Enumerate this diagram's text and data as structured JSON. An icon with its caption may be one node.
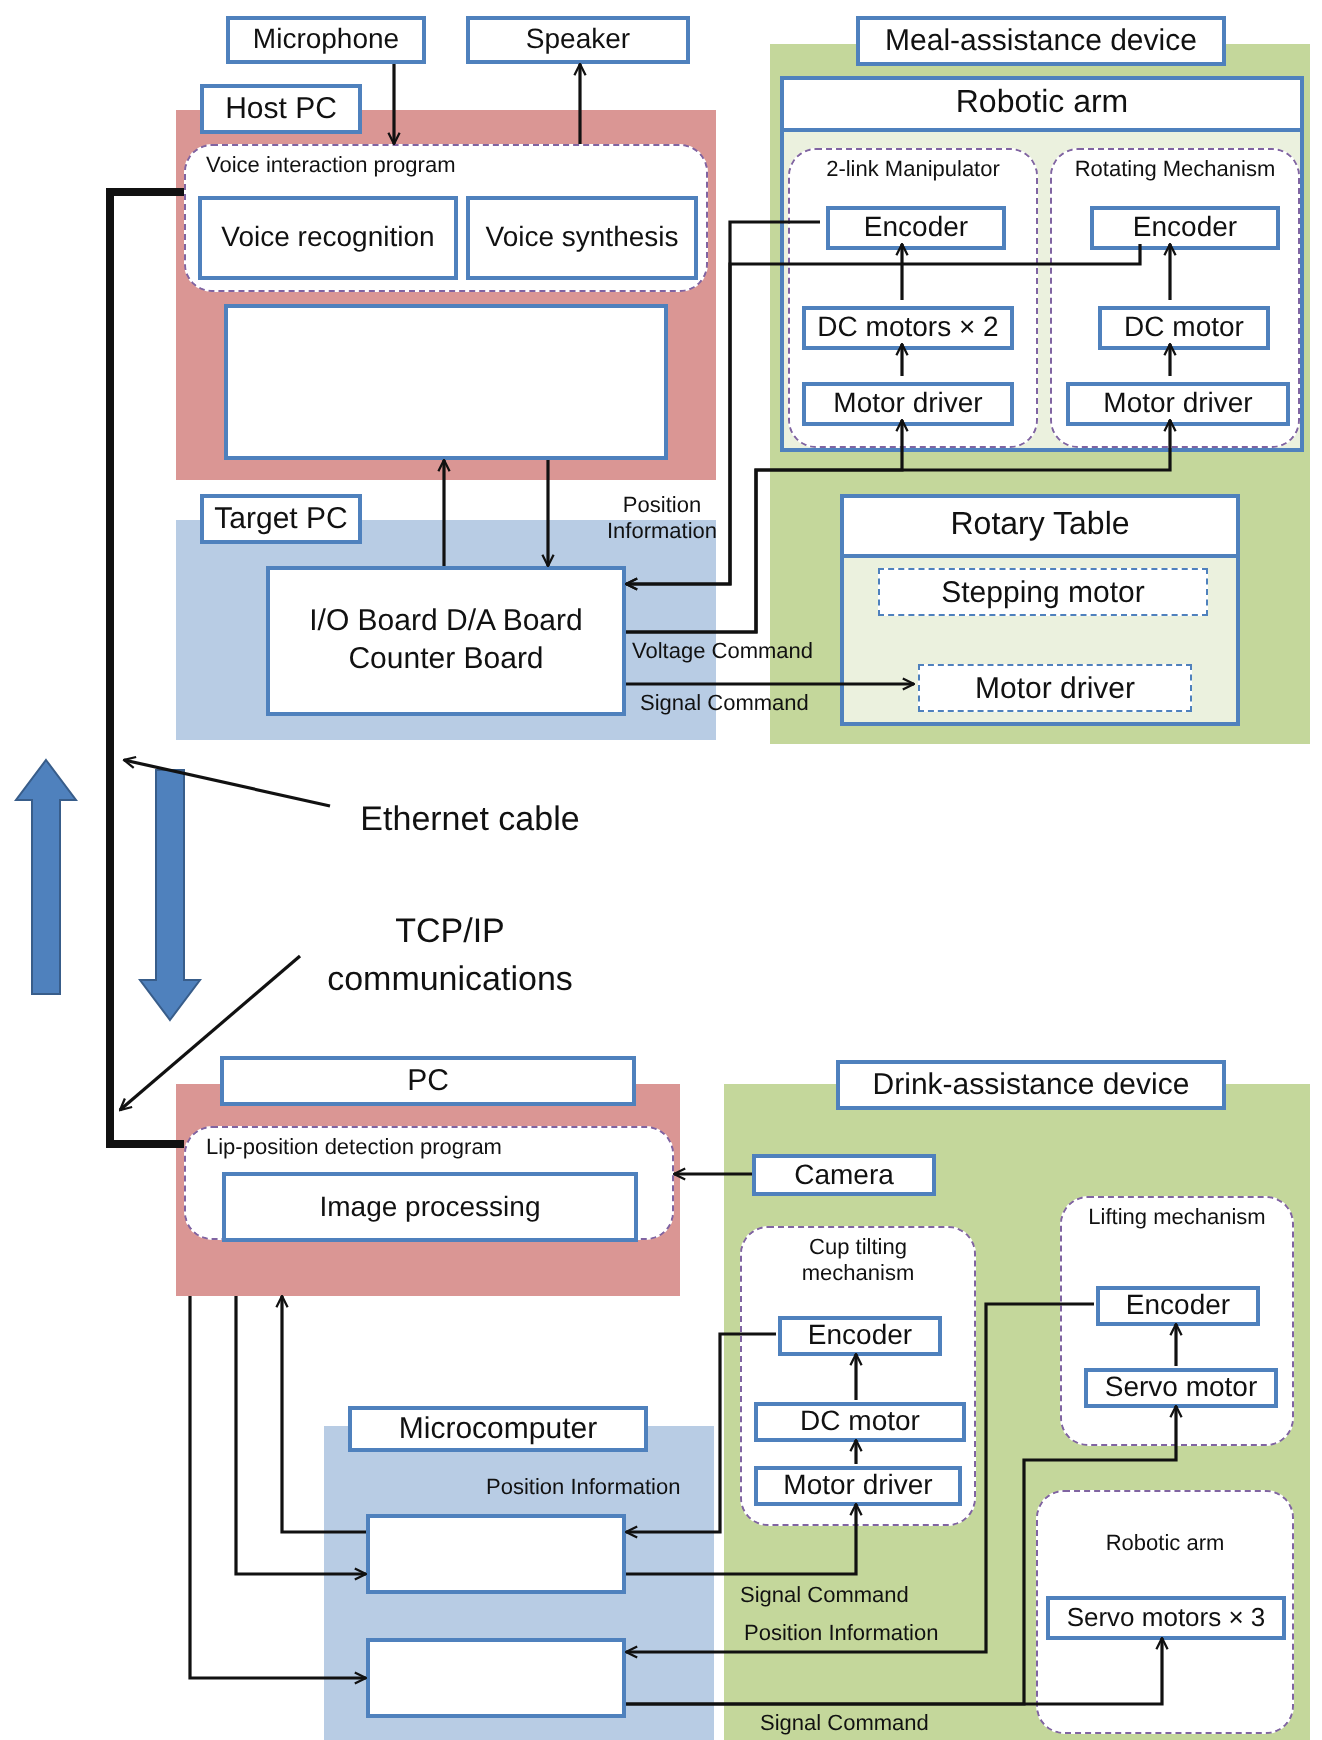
{
  "diagram": {
    "nodes": [
      {
        "text": [
          "Microphone"
        ]
      },
      {
        "text": [
          "Speaker"
        ]
      },
      {
        "text": [
          "Host PC"
        ]
      },
      {
        "text": [
          "Voice interaction program"
        ],
        "in": 2
      },
      {
        "text": [
          "Voice recognition"
        ],
        "in": 3
      },
      {
        "text": [
          "Voice synthesis"
        ],
        "in": 3
      },
      {
        "text": [],
        "shape": "box",
        "in": 2
      },
      {
        "text": [
          "Target PC"
        ]
      },
      {
        "text": [
          "I/O Board D/A Board Counter Board"
        ],
        "in": 7
      },
      {
        "text": [
          "Meal-assistance device"
        ]
      },
      {
        "text": [
          "Robotic arm"
        ],
        "in": 9
      },
      {
        "text": [
          "2-link Manipulator"
        ],
        "in": 10
      },
      {
        "text": [
          "Encoder"
        ],
        "in": 11
      },
      {
        "text": [
          "DC motors × 2"
        ],
        "in": 11
      },
      {
        "text": [
          "Motor driver"
        ],
        "in": 11
      },
      {
        "text": [
          "Rotating Mechanism"
        ],
        "in": 10
      },
      {
        "text": [
          "Encoder"
        ],
        "in": 15
      },
      {
        "text": [
          "DC motor"
        ],
        "in": 15
      },
      {
        "text": [
          "Motor driver"
        ],
        "in": 15
      },
      {
        "text": [
          "Rotary Table"
        ],
        "in": 9
      },
      {
        "text": [
          "Stepping motor"
        ],
        "in": 19
      },
      {
        "text": [
          "Motor driver"
        ],
        "in": 19
      },
      {
        "text": [
          "Ethernet cable"
        ]
      },
      {
        "text": [
          "TCP/IP communications"
        ]
      },
      {
        "text": [
          "PC"
        ]
      },
      {
        "text": [
          "Lip-position detection program"
        ],
        "in": 24
      },
      {
        "text": [
          "Image processing"
        ],
        "in": 25
      },
      {
        "text": [
          "Microcomputer"
        ]
      },
      {
        "text": [],
        "shape": "box",
        "in": 27
      },
      {
        "text": [],
        "shape": "box",
        "in": 27
      },
      {
        "text": [
          "Drink-assistance device"
        ]
      },
      {
        "text": [
          "Camera"
        ],
        "in": 30
      },
      {
        "text": [
          "Cup tilting mechanism"
        ],
        "in": 30
      },
      {
        "text": [
          "Encoder"
        ],
        "in": 32
      },
      {
        "text": [
          "DC motor"
        ],
        "in": 32
      },
      {
        "text": [
          "Motor driver"
        ],
        "in": 32
      },
      {
        "text": [
          "Lifting mechanism"
        ],
        "in": 30
      },
      {
        "text": [
          "Encoder"
        ],
        "in": 36
      },
      {
        "text": [
          "Servo motor"
        ],
        "in": 36
      },
      {
        "text": [
          "Robotic arm"
        ],
        "in": 30
      },
      {
        "text": [
          "Servo motors × 3"
        ],
        "in": 39
      }
    ],
    "edges": [
      {
        "from": 0,
        "to": 3,
        "arrow": "to"
      },
      {
        "from": 3,
        "to": 1,
        "arrow": "to"
      },
      {
        "from": 8,
        "to": 6,
        "arrow": "to"
      },
      {
        "from": 6,
        "to": 8,
        "arrow": "to"
      },
      {
        "from": 14,
        "to": 13,
        "arrow": "to"
      },
      {
        "from": 13,
        "to": 12,
        "arrow": "to"
      },
      {
        "from": 18,
        "to": 17,
        "arrow": "to"
      },
      {
        "from": 17,
        "to": 16,
        "arrow": "to"
      },
      {
        "from": 12,
        "to": 8,
        "arrow": "to",
        "label": "Position Information"
      },
      {
        "from": 16,
        "to": 8,
        "arrow": "to"
      },
      {
        "from": 8,
        "to": 14,
        "arrow": "to",
        "label": "Voltage Command"
      },
      {
        "from": 8,
        "to": 18,
        "arrow": "to"
      },
      {
        "from": 8,
        "to": 21,
        "arrow": "to",
        "label": "Signal Command"
      },
      {
        "from": 3,
        "to": 25,
        "arrow": "none",
        "style": "thick"
      },
      {
        "from": 22,
        "to": null,
        "arrow": "to"
      },
      {
        "from": 23,
        "to": null,
        "arrow": "to"
      },
      {
        "from": 31,
        "to": 25,
        "arrow": "to"
      },
      {
        "from": 24,
        "to": 29,
        "arrow": "to"
      },
      {
        "from": 24,
        "to": 28,
        "arrow": "to"
      },
      {
        "from": 28,
        "to": 24,
        "arrow": "to"
      },
      {
        "from": 35,
        "to": 34,
        "arrow": "to"
      },
      {
        "from": 34,
        "to": 33,
        "arrow": "to"
      },
      {
        "from": 38,
        "to": 37,
        "arrow": "to"
      },
      {
        "from": 33,
        "to": 28,
        "arrow": "to",
        "label": "Position Information"
      },
      {
        "from": 28,
        "to": 35,
        "arrow": "to",
        "label": "Signal Command"
      },
      {
        "from": 37,
        "to": 29,
        "arrow": "to",
        "label": "Position Information"
      },
      {
        "from": 29,
        "to": 38,
        "arrow": "to",
        "label": "Signal Command"
      },
      {
        "from": 29,
        "to": 40,
        "arrow": "to"
      }
    ]
  }
}
